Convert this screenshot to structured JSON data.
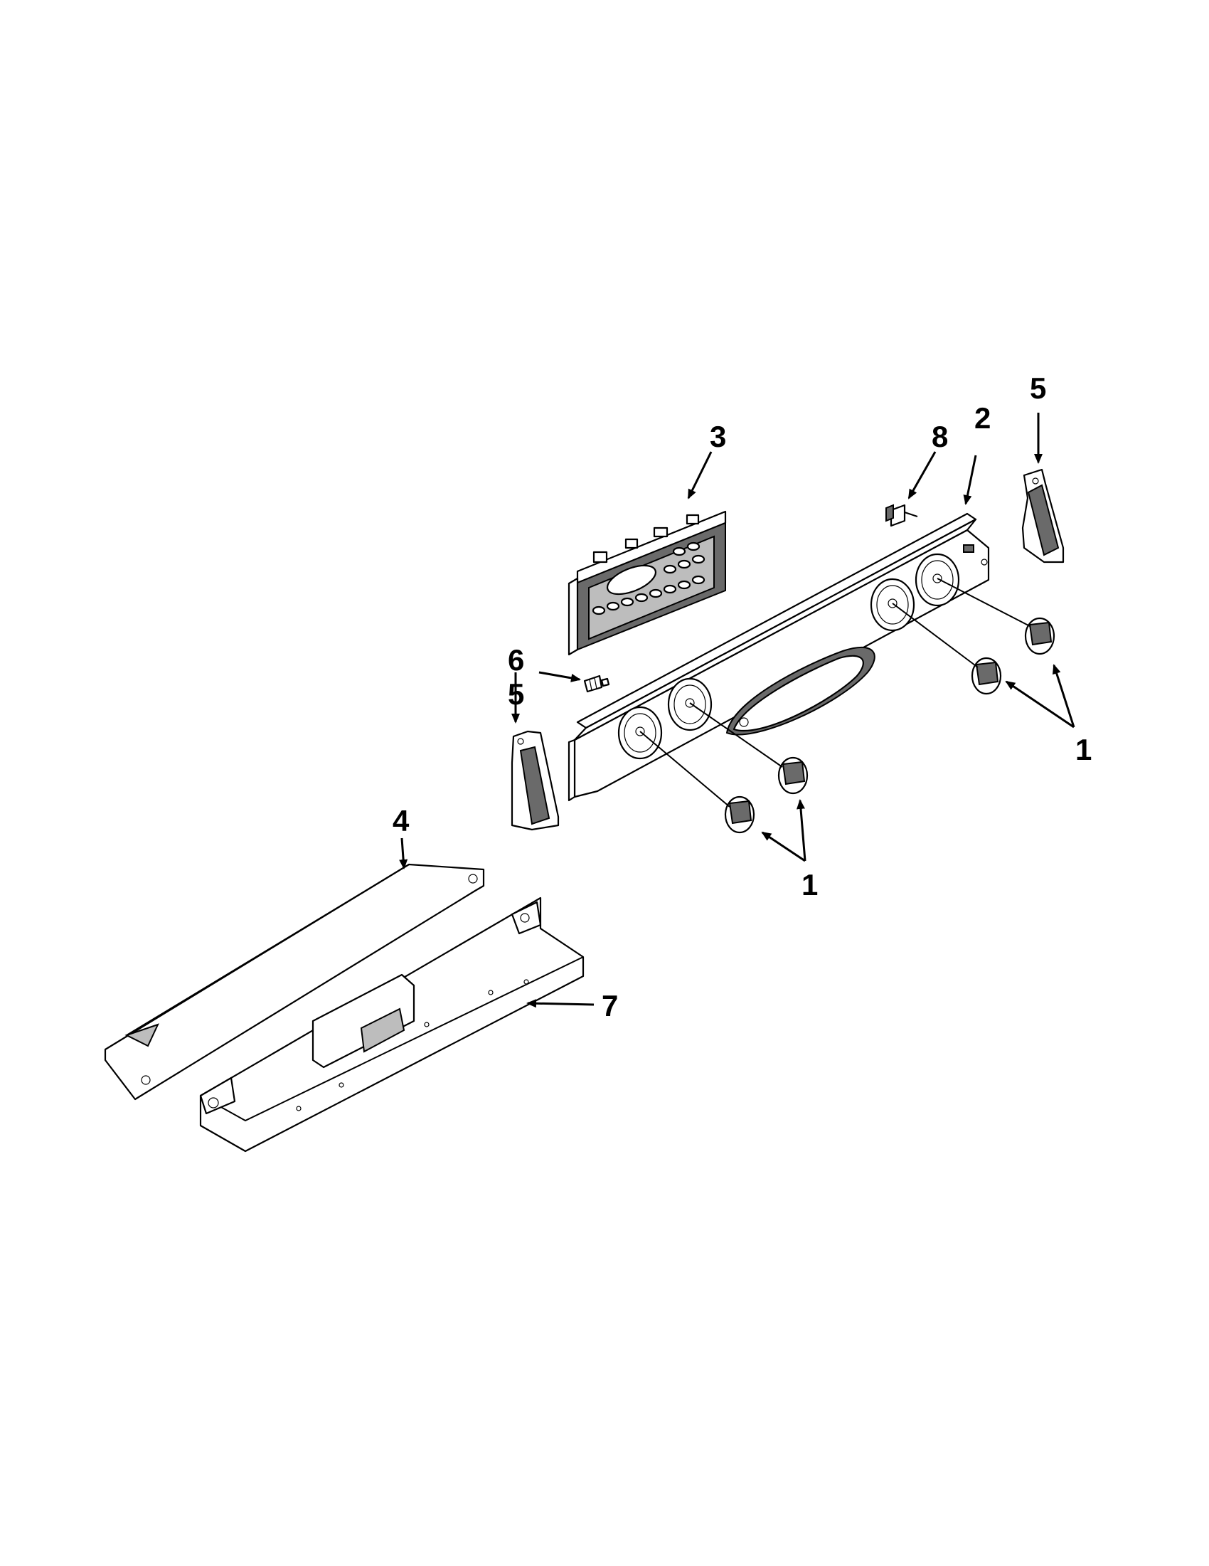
{
  "callouts": {
    "knobs_right": "1",
    "knobs_left": "1",
    "console_panel": "2",
    "control_board": "3",
    "bracket": "4",
    "end_cap_right": "5",
    "end_cap_left": "5",
    "screw": "6",
    "mounting_channel": "7",
    "clip": "8"
  }
}
